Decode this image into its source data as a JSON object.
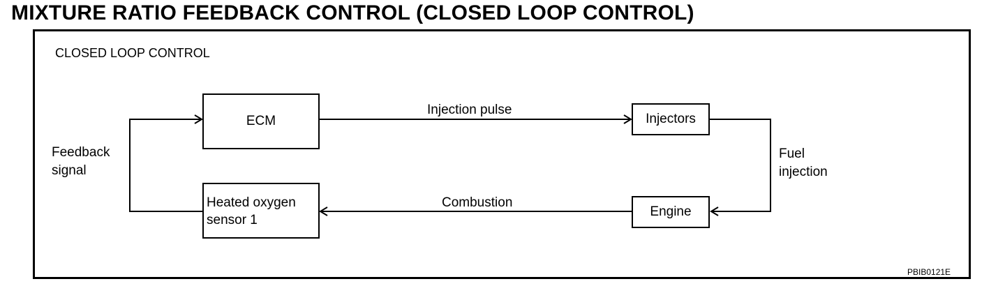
{
  "title": "MIXTURE RATIO FEEDBACK CONTROL (CLOSED LOOP CONTROL)",
  "diagram": {
    "heading": "CLOSED LOOP CONTROL",
    "nodes": {
      "ecm": "ECM",
      "injectors": "Injectors",
      "engine": "Engine",
      "sensor_line1": "Heated oxygen",
      "sensor_line2": "sensor 1"
    },
    "edges": {
      "injection_pulse": "Injection pulse",
      "fuel_injection_line1": "Fuel",
      "fuel_injection_line2": "injection",
      "combustion": "Combustion",
      "feedback_line1": "Feedback",
      "feedback_line2": "signal"
    },
    "figure_code": "PBIB0121E"
  }
}
